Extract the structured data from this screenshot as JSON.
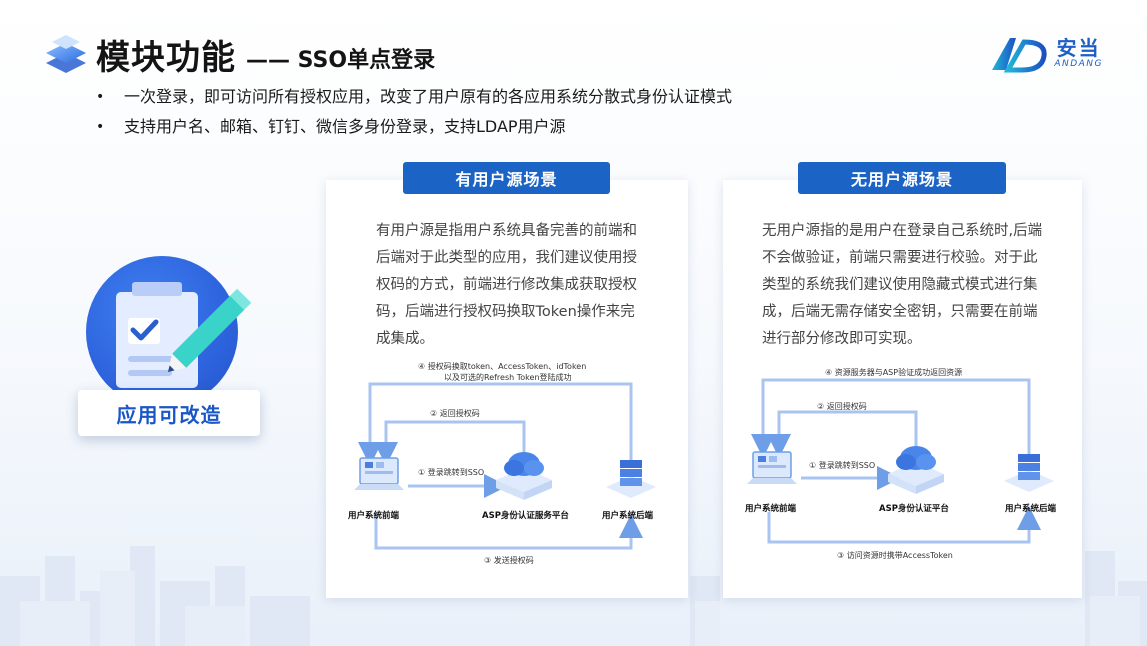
{
  "header": {
    "title": "模块功能",
    "subtitle": "—— SSO单点登录"
  },
  "brand": {
    "name_cn": "安当",
    "name_en": "ANDANG"
  },
  "bullets": [
    "一次登录，即可访问所有授权应用，改变了用户原有的各应用系统分散式身份认证模式",
    "支持用户名、邮箱、钉钉、微信多身份登录，支持LDAP用户源"
  ],
  "badge": {
    "label": "应用可改造"
  },
  "scenario_with": {
    "tag": "有用户源场景",
    "description": "有用户源是指用户系统具备完善的前端和后端对于此类型的应用，我们建议使用授权码的方式，前端进行修改集成获取授权码，后端进行授权码换取Token操作来完成集成。",
    "diagram": {
      "step4_line1": "④ 授权码换取token、AccessToken、idToken",
      "step4_line2": "以及可选的Refresh Token登陆成功",
      "step2": "② 返回授权码",
      "step1": "① 登录跳转到SSO",
      "step3": "③ 发送授权码",
      "node_frontend": "用户系统前端",
      "node_asp": "ASP身份认证服务平台",
      "node_backend": "用户系统后端"
    }
  },
  "scenario_without": {
    "tag": "无用户源场景",
    "description": "无用户源指的是用户在登录自己系统时,后端不会做验证，前端只需要进行校验。对于此类型的系统我们建议使用隐藏式模式进行集成，后端无需存储安全密钥，只需要在前端进行部分修改即可实现。",
    "diagram": {
      "step4": "④ 资源服务器与ASP验证成功返回资源",
      "step2": "② 返回授权码",
      "step1": "① 登录跳转到SSO",
      "step3": "③ 访问资源时携带AccessToken",
      "node_frontend": "用户系统前端",
      "node_asp": "ASP身份认证平台",
      "node_backend": "用户系统后端"
    }
  },
  "colors": {
    "accent": "#1b64c6",
    "badge_blue": "#2d63dd",
    "arrow_blue": "#6f9ee8",
    "brand_blue": "#1d5fc7"
  }
}
